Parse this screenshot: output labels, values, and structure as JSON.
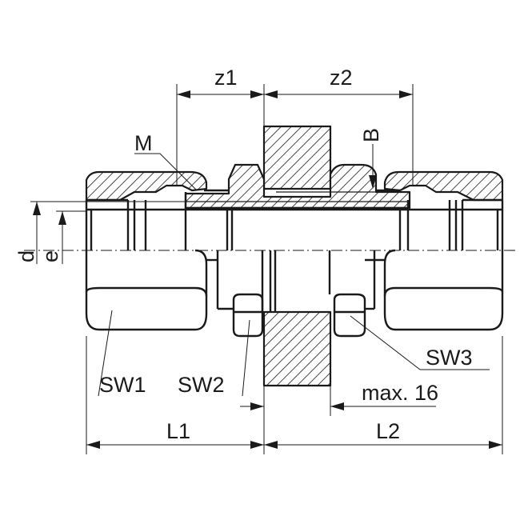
{
  "labels": {
    "z1": "z1",
    "z2": "z2",
    "m": "M",
    "b": "B",
    "d": "d",
    "e": "e",
    "sw1": "SW1",
    "sw2": "SW2",
    "sw3": "SW3",
    "max": "max. 16",
    "l1": "L1",
    "l2": "L2"
  }
}
